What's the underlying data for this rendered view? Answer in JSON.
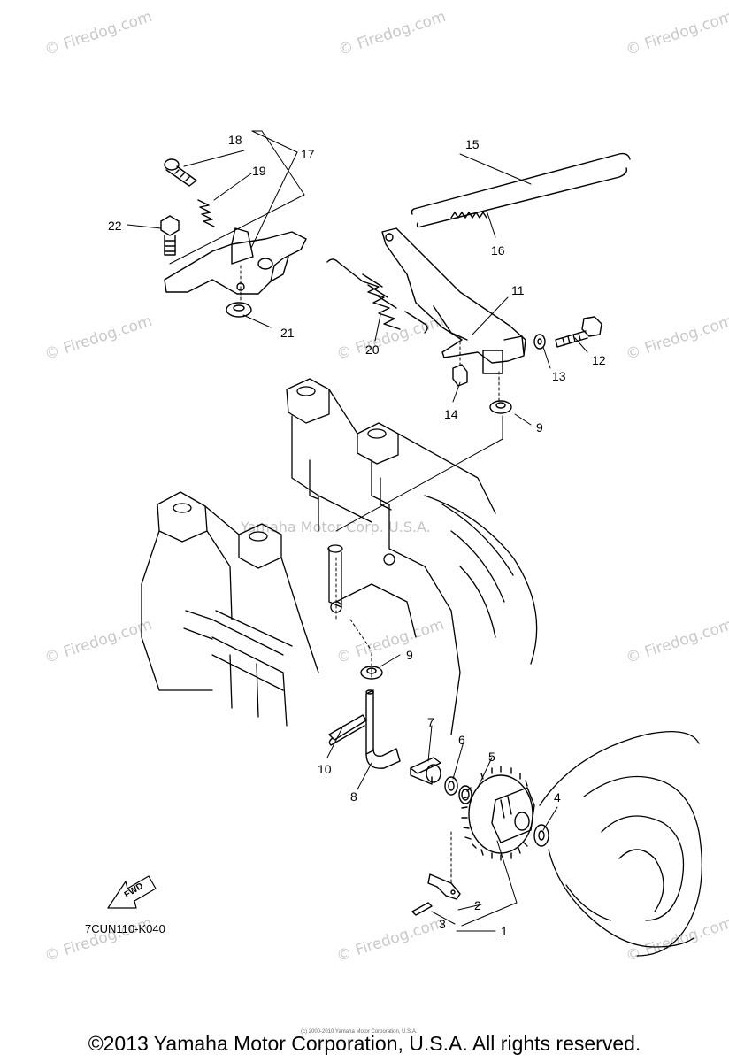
{
  "watermarks": {
    "corner": "© Firedog.com",
    "center": "Yamaha Motor Corp. U.S.A."
  },
  "callouts": [
    "1",
    "2",
    "3",
    "4",
    "5",
    "6",
    "7",
    "8",
    "9",
    "9",
    "10",
    "11",
    "12",
    "13",
    "14",
    "15",
    "16",
    "17",
    "18",
    "19",
    "20",
    "21",
    "22"
  ],
  "fwd_label": "FWD",
  "figure_code": "7CUN110-K040",
  "small_print": "(c) 2000-2010 Yamaha Motor Corporation, U.S.A.",
  "footer": "©2013 Yamaha Motor Corporation, U.S.A. All rights reserved.",
  "colors": {
    "line": "#000000",
    "watermark": "#c9c9c9"
  }
}
